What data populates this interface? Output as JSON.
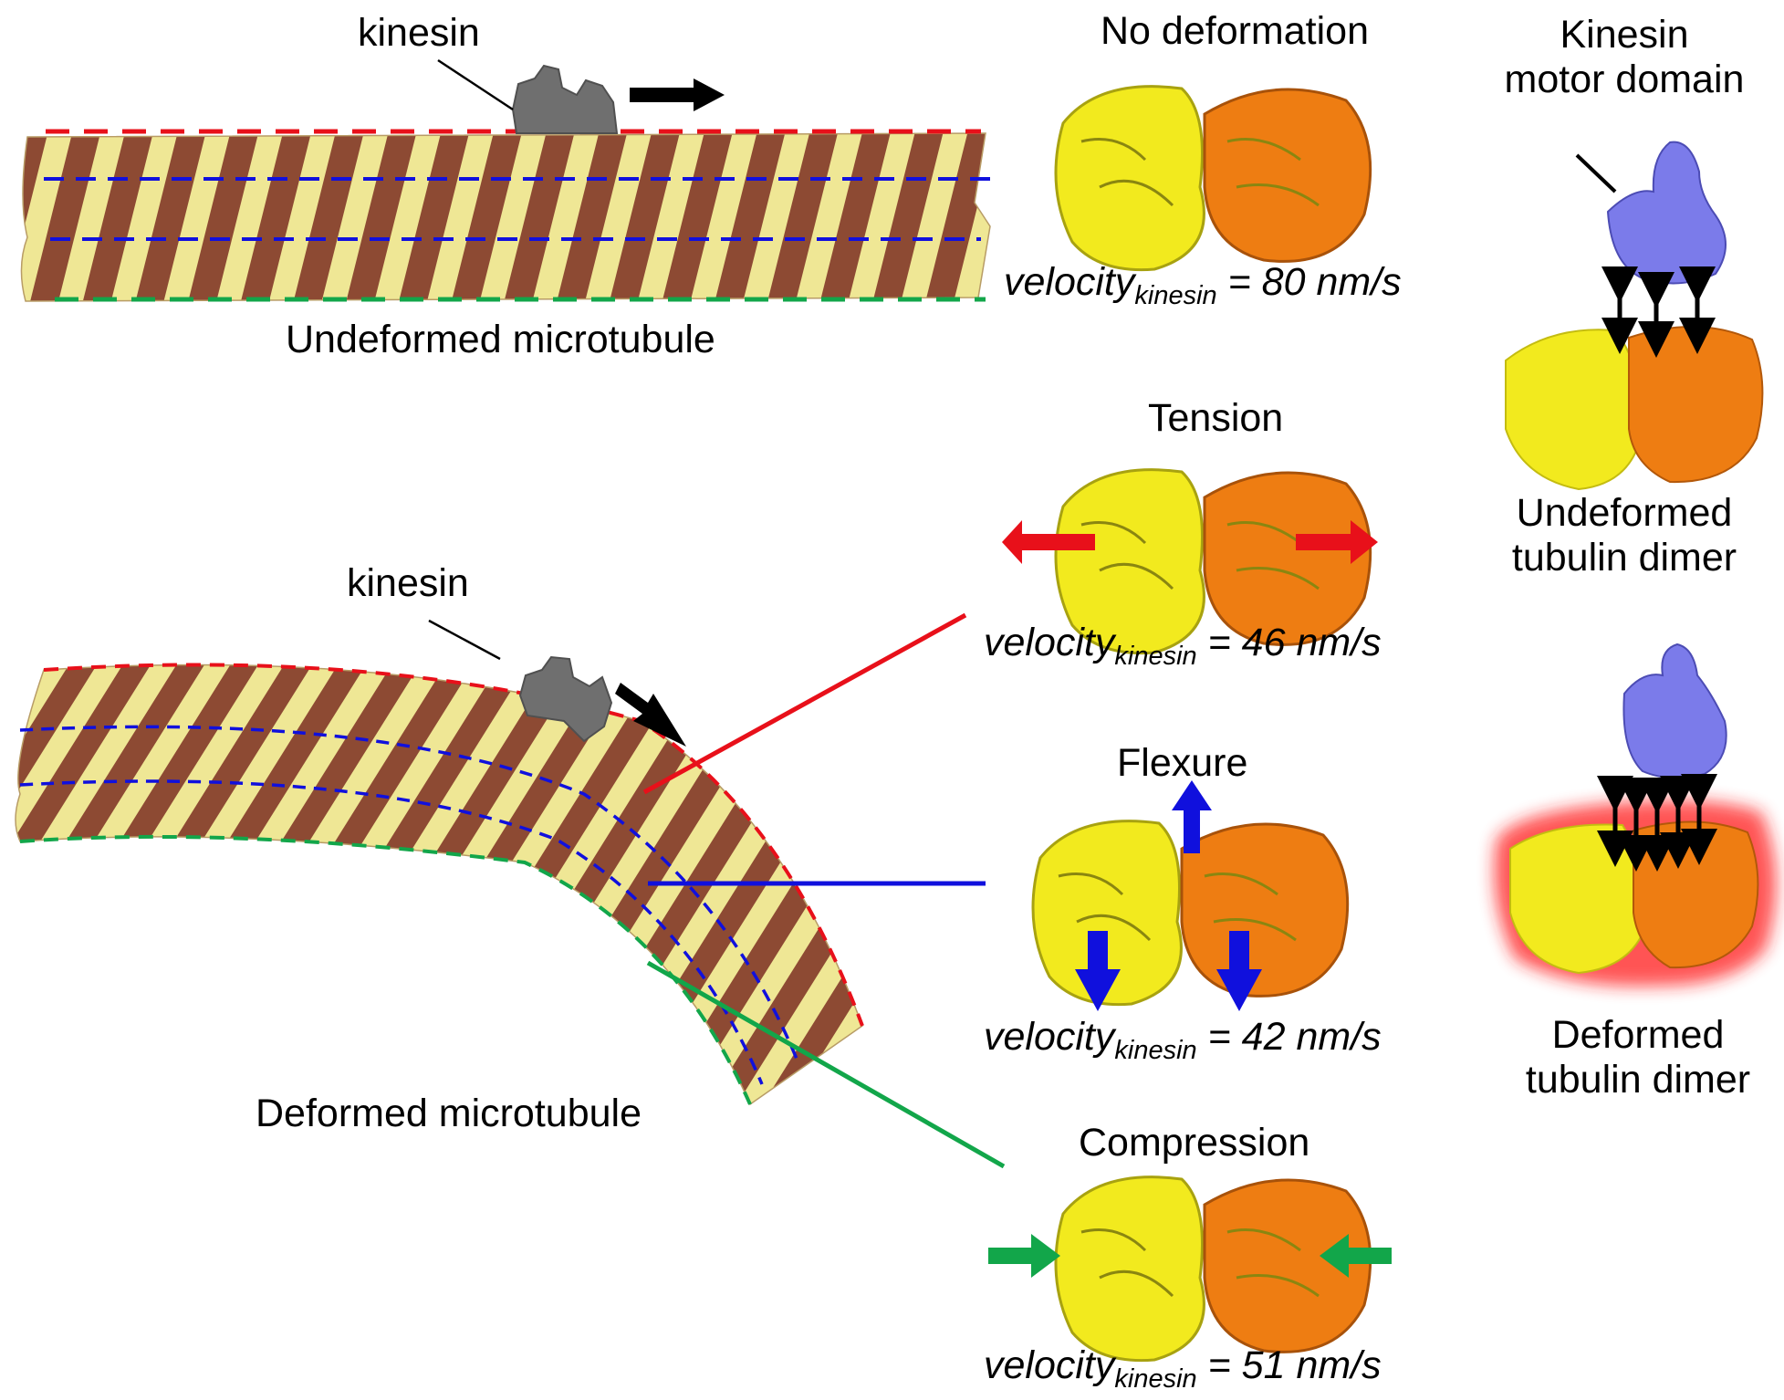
{
  "labels": {
    "kinesin_top": "kinesin",
    "kinesin_bottom": "kinesin",
    "undeformed_microtubule": "Undeformed microtubule",
    "deformed_microtubule": "Deformed microtubule",
    "no_deformation": "No deformation",
    "tension": "Tension",
    "flexure": "Flexure",
    "compression": "Compression",
    "motor_domain_line1": "Kinesin",
    "motor_domain_line2": "motor domain",
    "undeformed_dimer_line1": "Undeformed",
    "undeformed_dimer_line2": "tubulin dimer",
    "deformed_dimer_line1": "Deformed",
    "deformed_dimer_line2": "tubulin dimer"
  },
  "velocities": [
    {
      "word": "velocity",
      "sub": "kinesin",
      "value": "= 80 nm/s"
    },
    {
      "word": "velocity",
      "sub": "kinesin",
      "value": "= 46 nm/s"
    },
    {
      "word": "velocity",
      "sub": "kinesin",
      "value": "= 42 nm/s"
    },
    {
      "word": "velocity",
      "sub": "kinesin",
      "value": "= 51 nm/s"
    }
  ],
  "colors": {
    "tension": "#e8101a",
    "flexure": "#1010dd",
    "compression": "#12a64a",
    "alpha_tubulin": "#f2ea1e",
    "beta_tubulin": "#ee7d12",
    "mt_light": "#efe795",
    "mt_dark": "#8d4a33",
    "kinesin_grey": "#6f6f6f",
    "motor_domain": "#7b7bea",
    "deformation_glow": "#ff1a1a"
  }
}
